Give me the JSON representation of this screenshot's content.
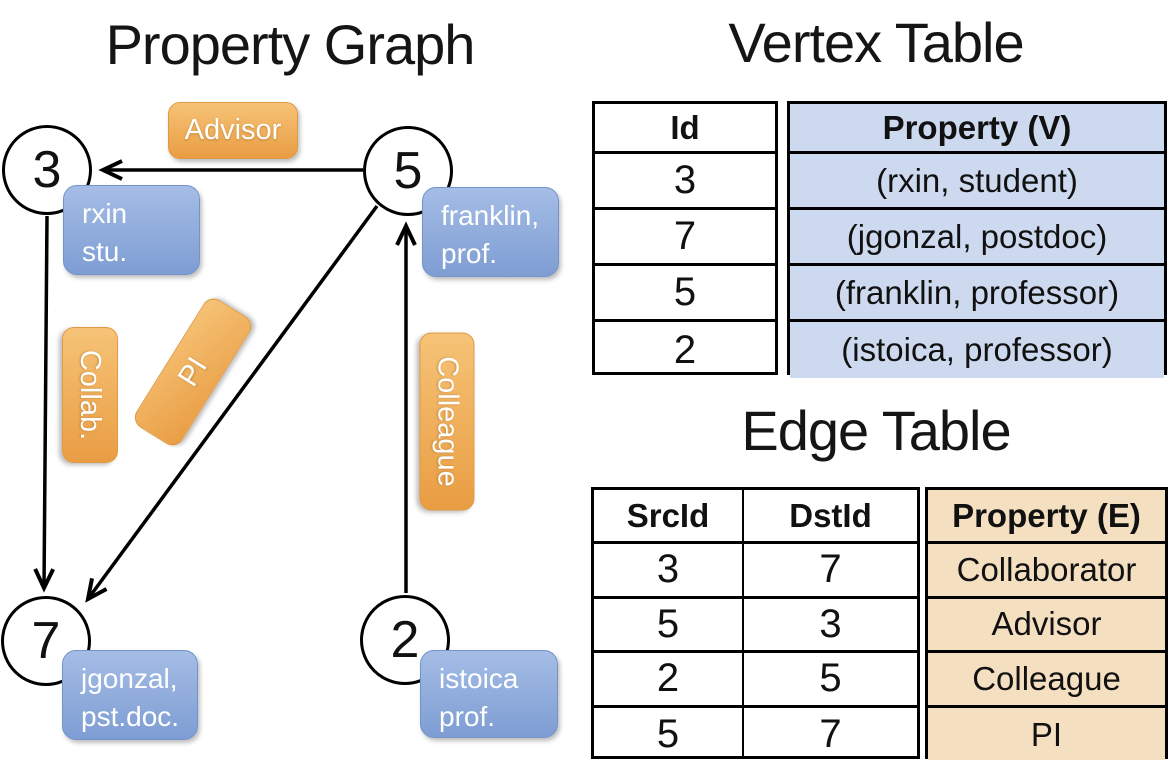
{
  "graph": {
    "title": "Property Graph",
    "nodes": [
      {
        "id": "3"
      },
      {
        "id": "5"
      },
      {
        "id": "7"
      },
      {
        "id": "2"
      }
    ],
    "edge_labels": [
      {
        "label": "Advisor"
      },
      {
        "label": "Collab."
      },
      {
        "label": "PI"
      },
      {
        "label": "Colleague"
      }
    ],
    "node_properties": [
      {
        "line1": "rxin",
        "line2": "stu."
      },
      {
        "line1": "franklin,",
        "line2": "prof."
      },
      {
        "line1": "jgonzal,",
        "line2": "pst.doc."
      },
      {
        "line1": "istoica",
        "line2": "prof."
      }
    ]
  },
  "vertex_table": {
    "title": "Vertex Table",
    "headers": {
      "id": "Id",
      "property": "Property (V)"
    },
    "rows": [
      {
        "id": "3",
        "property": "(rxin, student)"
      },
      {
        "id": "7",
        "property": "(jgonzal, postdoc)"
      },
      {
        "id": "5",
        "property": "(franklin, professor)"
      },
      {
        "id": "2",
        "property": "(istoica, professor)"
      }
    ]
  },
  "edge_table": {
    "title": "Edge Table",
    "headers": {
      "src": "SrcId",
      "dst": "DstId",
      "property": "Property (E)"
    },
    "rows": [
      {
        "src": "3",
        "dst": "7",
        "property": "Collaborator"
      },
      {
        "src": "5",
        "dst": "3",
        "property": "Advisor"
      },
      {
        "src": "2",
        "dst": "5",
        "property": "Colleague"
      },
      {
        "src": "5",
        "dst": "7",
        "property": "PI"
      }
    ]
  },
  "colors": {
    "line": "#000000",
    "orange_top": "#f6c377",
    "orange_bottom": "#e99d43",
    "blue_top": "#a5bde6",
    "blue_bottom": "#7e9dd3",
    "vertex_property_fill": "#cdd9ee",
    "edge_property_fill": "#f5dfc1"
  }
}
